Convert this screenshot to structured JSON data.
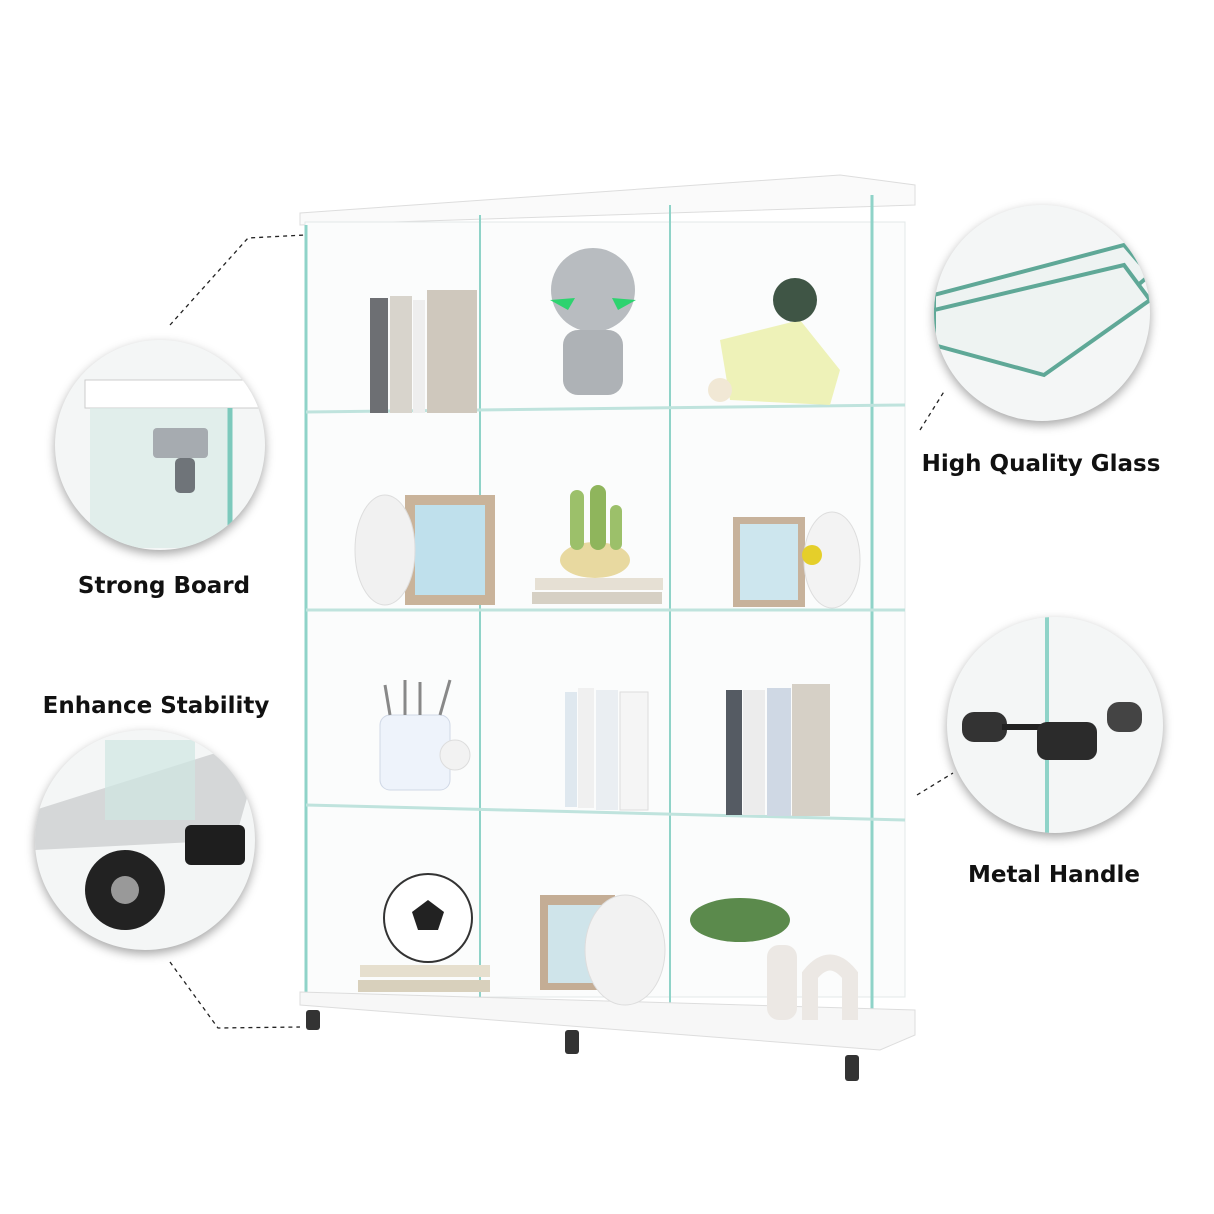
{
  "features": [
    {
      "label": "Strong Board",
      "icon": "bracket-hinge-icon"
    },
    {
      "label": "Enhance Stability",
      "icon": "caster-wheel-icon"
    },
    {
      "label": "High Quality Glass",
      "icon": "glass-panes-icon"
    },
    {
      "label": "Metal Handle",
      "icon": "metal-handle-icon"
    }
  ],
  "colors": {
    "glass_edge": "#8fd3c8",
    "board": "#ffffff",
    "text": "#111111"
  }
}
